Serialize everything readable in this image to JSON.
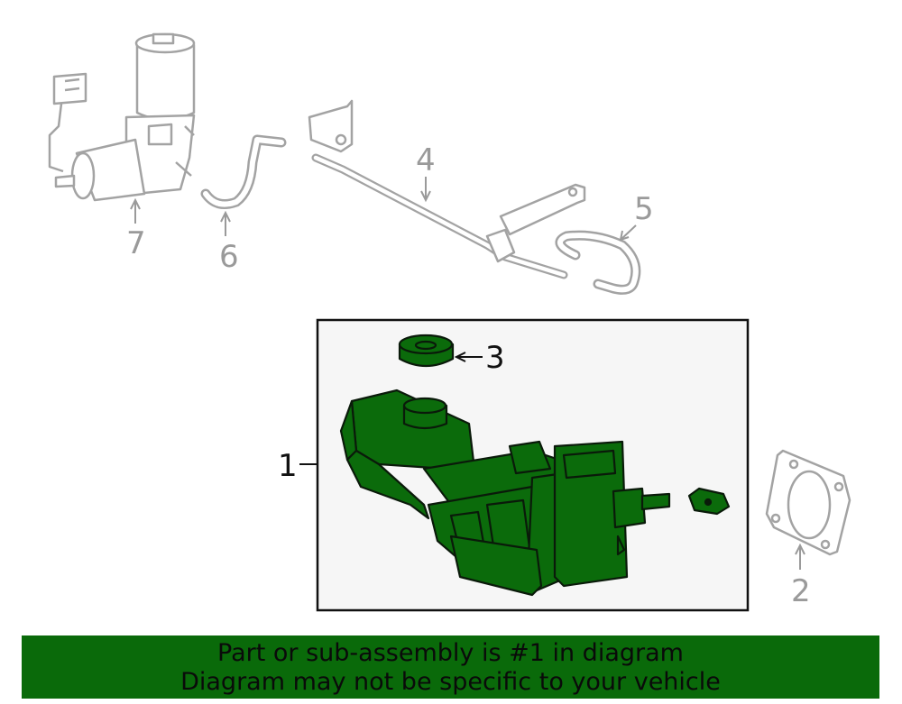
{
  "callouts": [
    {
      "id": "1",
      "label": "1"
    },
    {
      "id": "2",
      "label": "2"
    },
    {
      "id": "3",
      "label": "3"
    },
    {
      "id": "4",
      "label": "4"
    },
    {
      "id": "5",
      "label": "5"
    },
    {
      "id": "6",
      "label": "6"
    },
    {
      "id": "7",
      "label": "7"
    }
  ],
  "colors": {
    "highlight_fill": "#0b6b0b",
    "highlight_stroke": "#0a1a0a",
    "ghost_stroke": "#a0a0a0",
    "banner_bg": "#0a6a0a",
    "box_bg": "#f6f6f6"
  },
  "banner": {
    "line1": "Part or sub-assembly is #1 in diagram",
    "line2": "Diagram may not be specific to your vehicle"
  }
}
